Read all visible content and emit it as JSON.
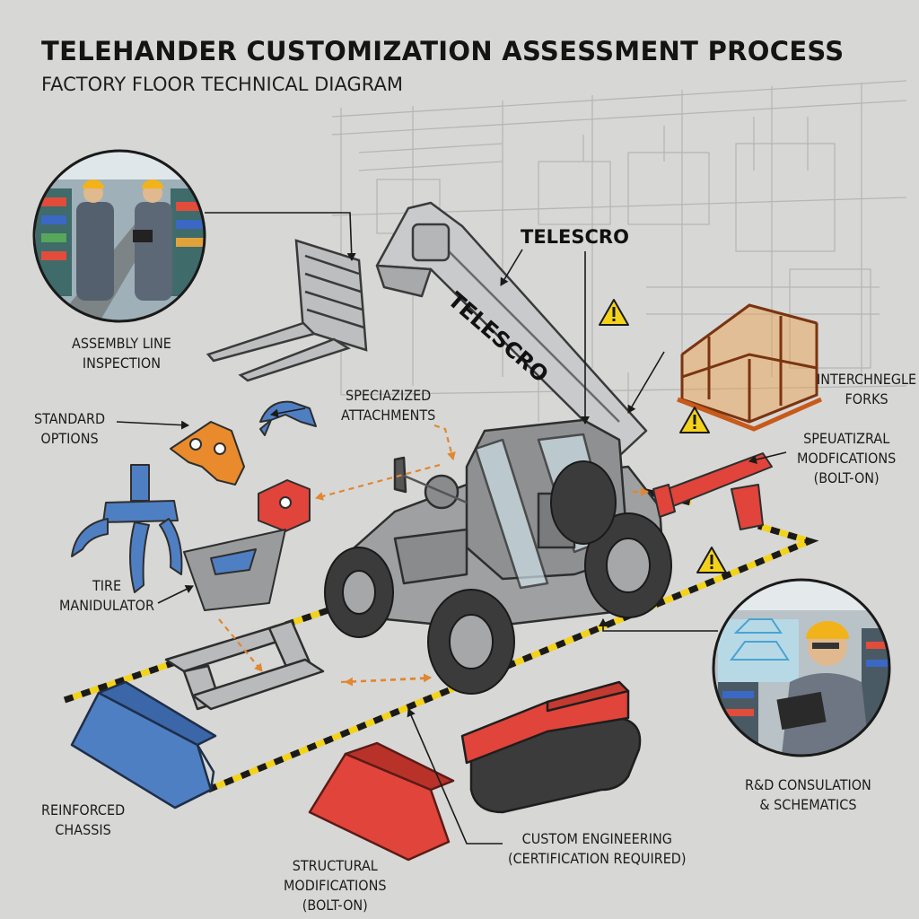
{
  "header": {
    "title": "TELEHANDER CUSTOMIZATION ASSESSMENT PROCESS",
    "subtitle": "FACTORY FLOOR TECHNICAL DIAGRAM"
  },
  "machine": {
    "boom_text": "TELESCRO",
    "top_label": "TELESCRO"
  },
  "labels": {
    "assembly": [
      "ASSEMBLY LINE",
      "INSPECTION"
    ],
    "standard": [
      "STANDARD",
      "OPTIONS"
    ],
    "specialized_attachments": [
      "SPECIAZIZED",
      "ATTACHMENTS"
    ],
    "interchangeable_forks": [
      "INTERCHNEGLE",
      "FORKS"
    ],
    "spatial_mods": [
      "SPEUATIZRAL",
      "MODFICATIONS",
      "(BOLT-ON)"
    ],
    "tire_manipulator": [
      "TIRE",
      "MANIDULATOR"
    ],
    "rnd": [
      "R&D CONSULATION",
      "& SCHEMATICS"
    ],
    "reinforced_chassis": [
      "REINFORCED",
      "CHASSIS"
    ],
    "structural_mods": [
      "STRUCTURAL",
      "MODIFICATIONS",
      "(BOLT-ON)"
    ],
    "custom_engineering": [
      "CUSTOM ENGINEERING",
      "(CERTIFICATION REQUIRED)"
    ]
  },
  "icons": {
    "warning": "warning-triangle-icon",
    "inspection_photo": "technicians-photo",
    "engineer_photo": "engineer-tablet-photo"
  },
  "colors": {
    "background": "#d7d7d6",
    "attachment_orange": "#e98a2c",
    "attachment_red": "#e0443a",
    "attachment_blue": "#4f7fc3",
    "hazard_yellow": "#f3d21a",
    "dash_arrow": "#e0872f",
    "machine_gray": "#8e9092"
  }
}
